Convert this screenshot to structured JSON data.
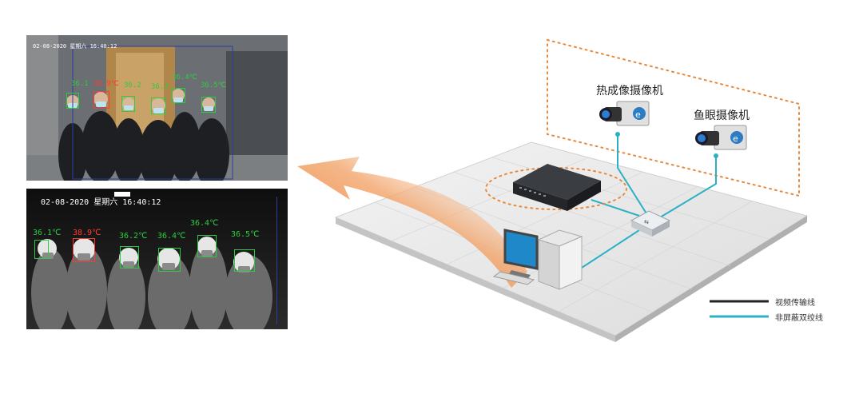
{
  "visible_view": {
    "timestamp": "02-08-2020 星期六 16:40:12",
    "temperatures": [
      {
        "text": "36.1",
        "status": "normal"
      },
      {
        "text": "38.9℃",
        "status": "alert"
      },
      {
        "text": "36.2",
        "status": "normal"
      },
      {
        "text": "36.4",
        "status": "normal"
      },
      {
        "text": "36.4℃",
        "status": "normal"
      },
      {
        "text": "36.5℃",
        "status": "normal"
      }
    ]
  },
  "thermal_view": {
    "timestamp": "02-08-2020 星期六 16:40:12",
    "temperatures": [
      {
        "text": "36.1℃",
        "status": "normal"
      },
      {
        "text": "38.9℃",
        "status": "alert"
      },
      {
        "text": "36.2℃",
        "status": "normal"
      },
      {
        "text": "36.4℃",
        "status": "normal"
      },
      {
        "text": "36.4℃",
        "status": "normal"
      },
      {
        "text": "36.5℃",
        "status": "normal"
      }
    ]
  },
  "diagram": {
    "thermal_camera_label": "热成像摄像机",
    "fisheye_camera_label": "鱼眼摄像机",
    "legend": [
      {
        "label": "视频传输线",
        "color": "#222222"
      },
      {
        "label": "非屏蔽双绞线",
        "color": "#2bb1c4"
      }
    ],
    "colors": {
      "accent_orange": "#e8742a",
      "cable": "#2bb1c4",
      "dotted_zone": "#e8883a"
    }
  }
}
